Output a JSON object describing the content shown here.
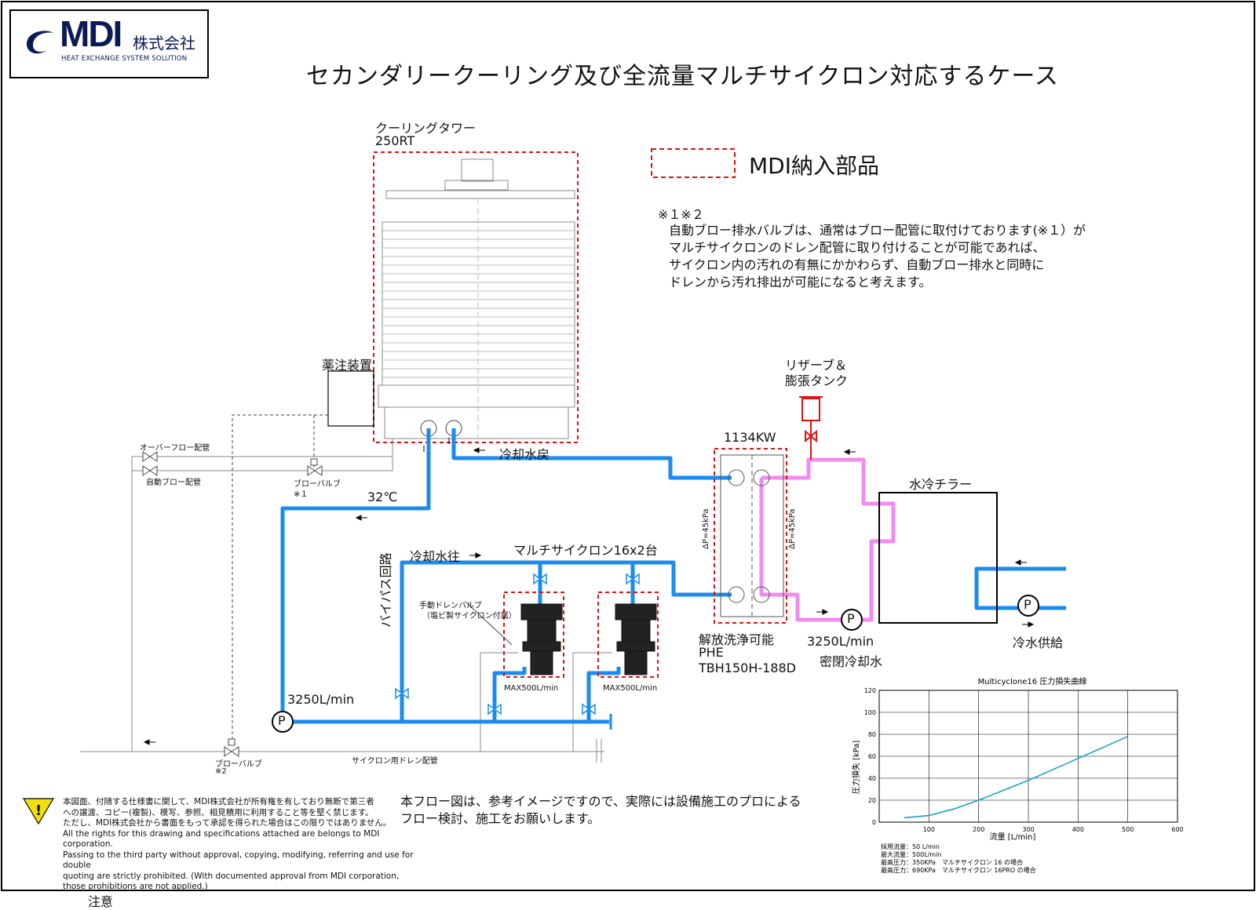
{
  "header": {
    "company": "MDI",
    "company_suffix": "株式会社",
    "tagline": "HEAT EXCHANGE SYSTEM SOLUTION",
    "title": "セカンダリークーリング及び全流量マルチサイクロン対応するケース"
  },
  "legend": {
    "mdi_parts": "MDI納入部品"
  },
  "notes": {
    "marker": "※１※２",
    "line1": "自動ブロー排水バルブは、通常はブロー配管に取付けております(※１）が",
    "line2": "マルチサイクロンのドレン配管に取り付けることが可能であれば、",
    "line3": "サイクロン内の汚れの有無にかかわらず、自動ブロー排水と同時に",
    "line4": "ドレンから汚れ排出が可能になると考えます。"
  },
  "equipment": {
    "tower_name": "クーリングタワー",
    "tower_capacity": "250RT",
    "chem_unit": "薬注装置",
    "overflow_pipe": "オーバーフロー配管",
    "auto_blow_pipe": "自動ブロー配管",
    "blow_valve_1": "ブローバルブ",
    "blow_valve_1_mark": "※１",
    "blow_valve_2": "ブローバルブ",
    "blow_valve_2_mark": "※2",
    "cooling_return": "冷却水戻",
    "temp": "32℃",
    "cooling_supply": "冷却水往",
    "bypass": "バイパス回路",
    "multicyclone": "マルチサイクロン16x2台",
    "manual_drain_1": "手動ドレンバルブ",
    "manual_drain_2": "（塩ビ製サイクロン付属）",
    "max_flow_1": "MAX500L/min",
    "max_flow_2": "MAX500L/min",
    "pump_flow": "3250L/min",
    "drain_pipe": "サイクロン用ドレン配管",
    "phe_capacity": "1134KW",
    "dp_left": "ΔP=45kPa",
    "dp_right": "ΔP=45kPa",
    "phe_1": "解放洗浄可能",
    "phe_2": "PHE",
    "phe_3": "TBH150H-188D",
    "reserve_1": "リザーブ＆",
    "reserve_2": "膨張タンク",
    "closed_flow": "3250L/min",
    "closed_water": "密閉冷却水",
    "chiller": "水冷チラー",
    "chilled_supply": "冷水供給",
    "pump_symbol": "P"
  },
  "footer": {
    "notice": "本フロー図は、参考イメージですので、実際には設備施工のプロによる",
    "notice2": "フロー検討、施工をお願いします。",
    "caution": "注意",
    "disclaimer_jp1": "本図面、付随する仕様書に関して、MDI株式会社が所有権を有しており無断で第三者",
    "disclaimer_jp2": "への譲渡、コピー(複製)、模写、参照、相見積用に利用すること等を堅く禁じます。",
    "disclaimer_jp3": "ただし、MDI株式会社から書面をもって承認を得られた場合はこの限りではありません。",
    "disclaimer_en1": "All the rights for this drawing and specifications attached are belongs to MDI corporation.",
    "disclaimer_en2": "Passing to the third party without approval, copying, modifying, referring and use for double",
    "disclaimer_en3": "quoting are strictly prohibited. (With documented approval from MDI corporation,",
    "disclaimer_en4": "those prohibitions are not applied.)"
  },
  "colors": {
    "cooling_pipe": "#1a8cf0",
    "closed_pipe": "#f08cf0",
    "mdi_dash": "#e01010",
    "curve": "#1aa0c8"
  },
  "chart_data": {
    "type": "line",
    "title": "Multicyclone16 圧力損失曲線",
    "xlabel": "流量 [L/min]",
    "ylabel": "圧力損失 [kPa]",
    "xlim": [
      0,
      600
    ],
    "ylim": [
      0,
      120
    ],
    "xticks": [
      100,
      200,
      300,
      400,
      500,
      600
    ],
    "yticks": [
      0,
      20,
      40,
      60,
      80,
      100,
      120
    ],
    "grid": true,
    "series": [
      {
        "x": [
          50,
          100,
          150,
          200,
          250,
          300,
          350,
          400,
          450,
          500
        ],
        "y": [
          4,
          6,
          12,
          20,
          29,
          38,
          48,
          58,
          68,
          78
        ]
      }
    ],
    "spec_1": "採用流量：50 L/min",
    "spec_2": "最大流量：500L/min",
    "spec_3": "最高圧力：350KPa　マルチサイクロン 16 の場合",
    "spec_4": "最高圧力：690KPa　マルチサイクロン 16PRO の場合"
  }
}
